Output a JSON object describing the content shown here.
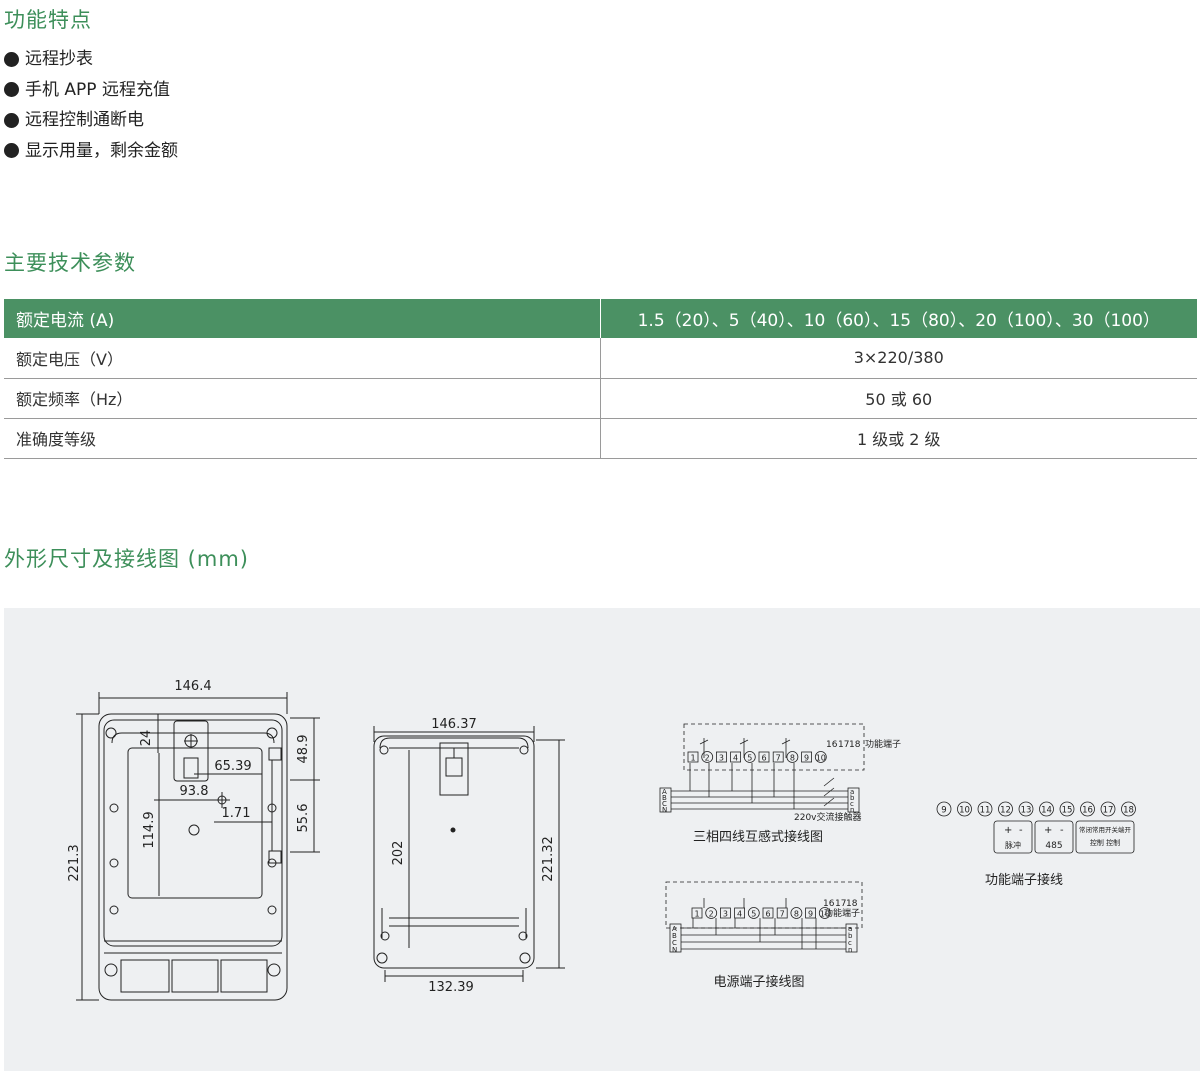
{
  "sections": {
    "features_title": "功能特点",
    "params_title": "主要技术参数",
    "dims_title": "外形尺寸及接线图 (mm)"
  },
  "features": [
    "远程抄表",
    "手机 APP 远程充值",
    "远程控制通断电",
    "显示用量，剩余金额"
  ],
  "params": {
    "rows": [
      {
        "label": "额定电流 (A)",
        "value": "1.5（20）、5（40）、10（60）、15（80）、20（100）、30（100）"
      },
      {
        "label": "额定电压（V）",
        "value": "3×220/380"
      },
      {
        "label": "额定频率（Hz）",
        "value": "50 或 60"
      },
      {
        "label": "准确度等级",
        "value": "1 级或 2 级"
      }
    ]
  },
  "drawing": {
    "front_dims": {
      "width": "146.4",
      "height": "221.3",
      "d24": "24",
      "d48_9": "48.9",
      "d65_39": "65.39",
      "d93_8": "93.8",
      "d1_71": "1.71",
      "d55_6": "55.6",
      "d114_9": "114.9"
    },
    "back_dims": {
      "width": "146.37",
      "height": "221.32",
      "d202": "202",
      "bottom": "132.39"
    },
    "wiring": {
      "diagram1_caption": "三相四线互感式接线图",
      "diagram2_caption": "电源端子接线图",
      "diagram3_caption": "功能端子接线",
      "func_terminals_label": "功能端子",
      "contactor_label": "220v交流接触器",
      "phases": [
        "A",
        "B",
        "C",
        "N"
      ],
      "phases_right": [
        "a",
        "b",
        "c",
        "n"
      ],
      "terminals_main": [
        "1",
        "2",
        "3",
        "4",
        "5",
        "6",
        "7",
        "8",
        "9",
        "10"
      ],
      "terminals_func": [
        "16",
        "17",
        "18"
      ],
      "func_numbers": [
        "9",
        "10",
        "11",
        "12",
        "13",
        "14",
        "15",
        "16",
        "17",
        "18"
      ],
      "box_pulse_label": "脉冲",
      "box_485_label": "485",
      "box_ctrl_line1": "常闭常用开关端开",
      "box_ctrl_line2": "控制 控制",
      "plus_minus": [
        "+",
        "-"
      ]
    }
  }
}
